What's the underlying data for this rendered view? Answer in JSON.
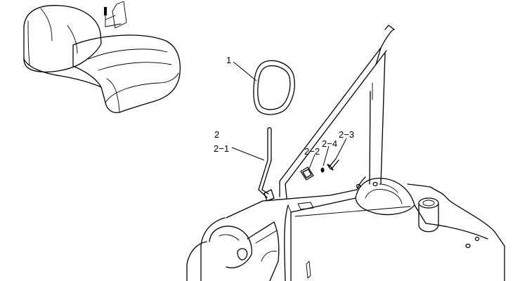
{
  "callouts": [
    {
      "id": "c1",
      "label": "1"
    },
    {
      "id": "c2",
      "label": "2"
    },
    {
      "id": "c2-1",
      "label": "2−1"
    },
    {
      "id": "c2-2",
      "label": "2−2"
    },
    {
      "id": "c2-3",
      "label": "2−3"
    },
    {
      "id": "c2-4",
      "label": "2−4"
    }
  ],
  "colors": {
    "line": "#000000",
    "background": "#ffffff"
  }
}
